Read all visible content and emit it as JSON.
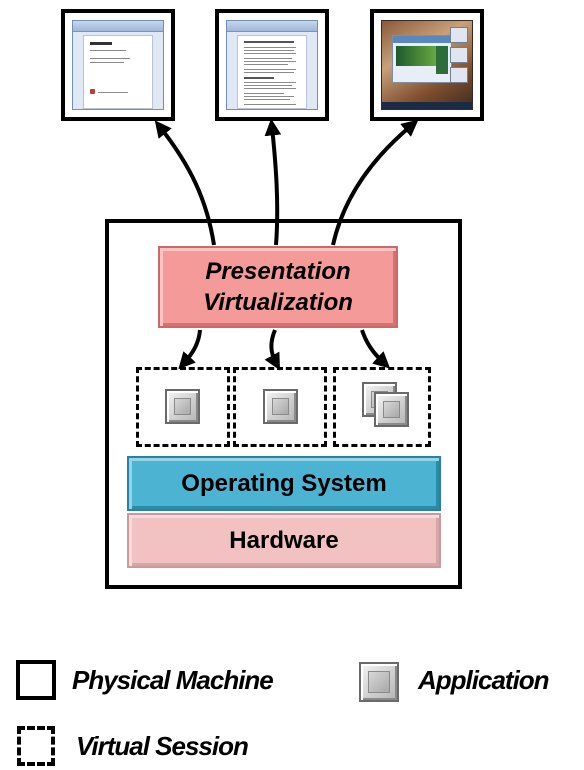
{
  "screens": [
    {
      "name": "document-screen",
      "content": "document-with-logo"
    },
    {
      "name": "text-document-screen",
      "content": "text-document"
    },
    {
      "name": "desktop-screen",
      "content": "desktop-with-browser"
    }
  ],
  "presentation_box": {
    "line1": "Presentation",
    "line2": "Virtualization",
    "color": "#f49a98"
  },
  "os_box": {
    "label": "Operating System",
    "color": "#4db3d3"
  },
  "hardware_box": {
    "label": "Hardware",
    "color": "#f2c1c1"
  },
  "legend": {
    "physical_machine": "Physical Machine",
    "application": "Application",
    "virtual_session": "Virtual Session"
  }
}
